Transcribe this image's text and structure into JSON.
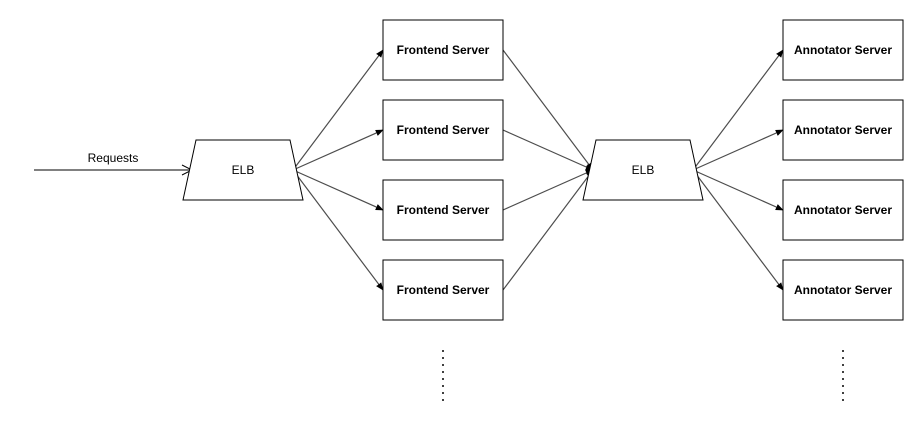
{
  "requests_label": "Requests",
  "elb_front": {
    "label": "ELB"
  },
  "elb_back": {
    "label": "ELB"
  },
  "frontend_servers": [
    {
      "label": "Frontend Server"
    },
    {
      "label": "Frontend Server"
    },
    {
      "label": "Frontend Server"
    },
    {
      "label": "Frontend Server"
    }
  ],
  "annotator_servers": [
    {
      "label": "Annotator Server"
    },
    {
      "label": "Annotator Server"
    },
    {
      "label": "Annotator Server"
    },
    {
      "label": "Annotator Server"
    }
  ],
  "colors": {
    "stroke": "#000000",
    "edge": "#4d4d4d",
    "fill": "#ffffff"
  }
}
